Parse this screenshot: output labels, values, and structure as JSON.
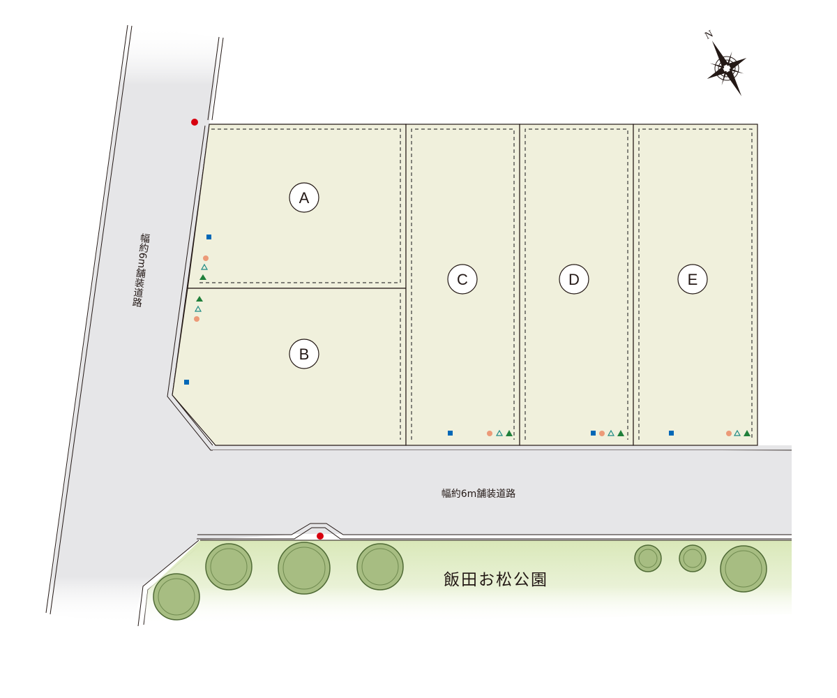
{
  "colors": {
    "lot_fill": "#f0f0dc",
    "road_fill": "#e6e6e8",
    "park_fill": "#d9e8b8",
    "tree_fill": "#a7bd82",
    "outline": "#231815",
    "marker_red": "#d7000f",
    "marker_blue": "#0068b7",
    "marker_salmon": "#ec9a78",
    "marker_green": "#1f7f3a",
    "marker_teal": "#1d8a84"
  },
  "lots": [
    {
      "id": "A",
      "label": "A"
    },
    {
      "id": "B",
      "label": "B"
    },
    {
      "id": "C",
      "label": "C"
    },
    {
      "id": "D",
      "label": "D"
    },
    {
      "id": "E",
      "label": "E"
    }
  ],
  "roads": {
    "west": {
      "label": "幅約6m舗装道路"
    },
    "south": {
      "label": "幅約6m舗装道路"
    }
  },
  "park": {
    "label": "飯田お松公園"
  },
  "compass": {
    "north_label": "N",
    "icon": "compass-rose-icon"
  },
  "utility_markers": [
    {
      "type": "circle",
      "color": "marker_red"
    },
    {
      "type": "square",
      "color": "marker_blue"
    },
    {
      "type": "circle",
      "color": "marker_salmon"
    },
    {
      "type": "triangle-outline",
      "color": "marker_teal"
    },
    {
      "type": "triangle",
      "color": "marker_green"
    }
  ]
}
